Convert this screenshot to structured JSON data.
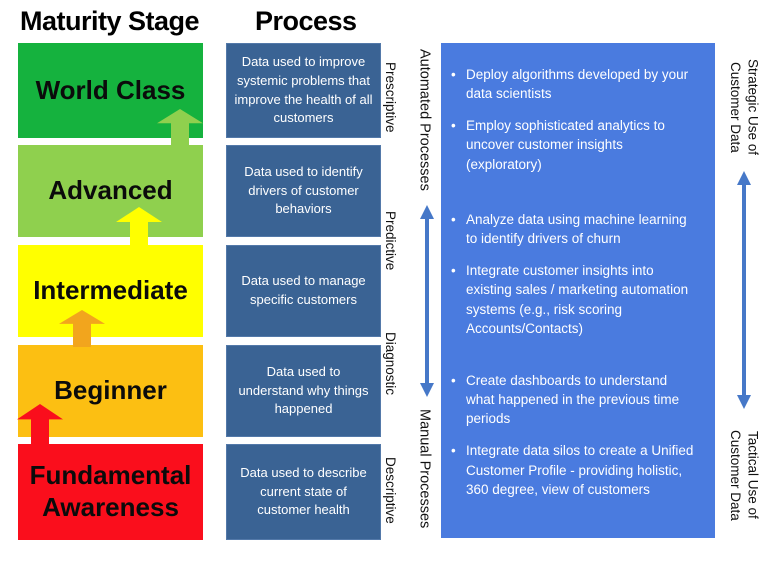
{
  "headers": {
    "maturity": "Maturity Stage",
    "process": "Process"
  },
  "stages": [
    {
      "label": "World Class",
      "color": "#15B23E"
    },
    {
      "label": "Advanced",
      "color": "#8FD04E"
    },
    {
      "label": "Intermediate",
      "color": "#FFFF00"
    },
    {
      "label": "Beginner",
      "color": "#FCBF12"
    },
    {
      "label": "Fundamental Awareness",
      "color": "#FA0E1C"
    }
  ],
  "up_arrows": [
    {
      "name": "advanced-to-world-class",
      "color": "#8FD04E"
    },
    {
      "name": "intermediate-to-advanced",
      "color": "#FFFF00"
    },
    {
      "name": "beginner-to-intermediate",
      "color": "#F2A51D"
    },
    {
      "name": "fundamental-to-beginner",
      "color": "#FA0E1C"
    }
  ],
  "process_boxes": [
    "Data used to  improve systemic problems that improve the health of all customers",
    "Data used to identify drivers of customer behaviors",
    "Data used to manage specific customers",
    "Data used to understand why things happened",
    "Data used  to describe current state of customer health"
  ],
  "process_box_color": "#3A6394",
  "analytics_labels": [
    "Prescriptive",
    "Predictive",
    "Diagnostic",
    "Descriptive"
  ],
  "process_axis": {
    "top_label": "Automated Processes",
    "bottom_label": "Manual Processes",
    "arrow_color": "#4678C8"
  },
  "usage_axis": {
    "top_label": "Strategic Use of\nCustomer Data",
    "bottom_label": "Tactical Use of\nCustomer Data",
    "arrow_color": "#4678C8"
  },
  "blue_panel": {
    "color": "#4A7BDF",
    "bullet_groups": [
      [
        "Deploy algorithms developed by your data scientists",
        "Employ sophisticated analytics to uncover customer insights (exploratory)"
      ],
      [
        "Analyze data using machine learning to identify drivers of churn",
        "Integrate customer insights into existing sales / marketing automation systems (e.g., risk scoring Accounts/Contacts)"
      ],
      [
        "Create dashboards to understand what happened in the previous time periods",
        "Integrate data silos to create a Unified Customer Profile - providing holistic, 360 degree, view of customers"
      ]
    ]
  }
}
